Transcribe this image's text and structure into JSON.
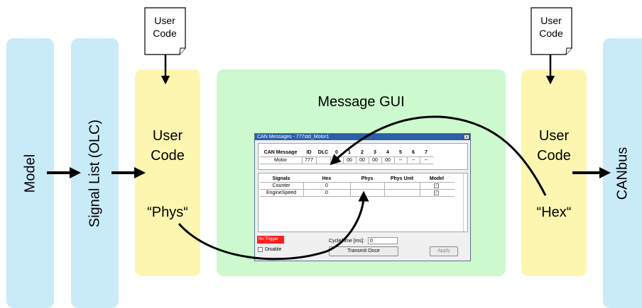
{
  "columns": {
    "model": "Model",
    "signal_list": "Signal List (OLC)",
    "user_code_left": "User\nCode",
    "message_gui": "Message GUI",
    "user_code_right": "User\nCode",
    "canbus": "CANbus"
  },
  "docs": {
    "left": "User\nCode",
    "right": "User\nCode"
  },
  "phys_label": "“Phys“",
  "hex_label": "“Hex“",
  "window": {
    "title": "CAN Messages - 777std_Motor1",
    "close": "×",
    "msg_headers": [
      "CAN Message",
      "ID",
      "DLC",
      "0",
      "1",
      "2",
      "3",
      "4",
      "5",
      "6",
      "7"
    ],
    "msg_row": [
      "Motor",
      "777",
      "",
      "00",
      "00",
      "00",
      "00",
      "00",
      "--",
      "--",
      "--"
    ],
    "sig_headers": [
      "Signals",
      "Hex",
      "Phys",
      "Phys Unit",
      "Model"
    ],
    "sig_rows": [
      {
        "name": "Counter",
        "hex": "0",
        "phys": "",
        "unit": "",
        "model": "✓"
      },
      {
        "name": "EngineSpeed",
        "hex": "0",
        "phys": "",
        "unit": "",
        "model": "✓"
      }
    ],
    "no_trigger": "No Trigger",
    "disable": "Disable",
    "cycle_time_label": "CycleTime [ms]:",
    "cycle_time_value": "0",
    "transmit_once": "Transmit Once",
    "apply": "Apply"
  },
  "colors": {
    "blue": "#c9ebf7",
    "yellow": "#fdf6b1",
    "green": "#ccf9cd",
    "title_bar": "#2b5fa7",
    "no_trigger": "#ff1c1c"
  }
}
